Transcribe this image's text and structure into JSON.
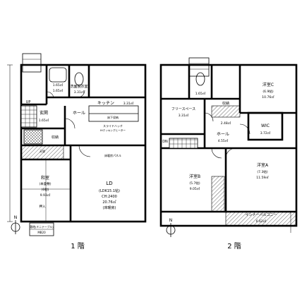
{
  "floor1": {
    "caption": "1  階",
    "rooms": {
      "ldk_name": "LD",
      "ldk_size": "(LDK15.1帖)",
      "ldk_ch": "CH:2400",
      "ldk_area": "20.76㎡",
      "ldk_floor": "(床暖房)",
      "washitsu_name": "和室",
      "washitsu_type": "(本畳敷)",
      "washitsu_size": "(6帖)",
      "washitsu_area": "9.93㎡",
      "kitchen_name": "キッチン",
      "kitchen_area": "3.31㎡",
      "senmen_name": "洗面脱衣室",
      "senmen_area": "3.31㎡",
      "genkan_name": "玄関",
      "genkan_area": "1.65㎡",
      "hall_name": "ホール",
      "shuno_name": "収納",
      "uchiire": "押入",
      "wc_area": "1.65㎡",
      "bath_area": "1.65㎡",
      "pantry": "床下収納",
      "closet_note": "天袋"
    },
    "notes": {
      "kitchen_top": "スライドハッチ",
      "range": "IHクッキングヒーター",
      "stair_up": "UP",
      "floor_heat": "床暖房パネル"
    },
    "legend": {
      "title": "敷地(ミニテーブル)",
      "value": "MB20"
    },
    "north_label": "N"
  },
  "floor2": {
    "caption": "2  階",
    "rooms": {
      "yoshitsu_c": "洋室C",
      "yoshitsu_c_size": "(6.9帖)",
      "yoshitsu_c_area": "10.76㎡",
      "wic_name": "WIC",
      "wic_area": "3.72㎡",
      "yoshitsu_a": "洋室A",
      "yoshitsu_a_size": "(7.3帖)",
      "yoshitsu_a_area": "11.59㎡",
      "yoshitsu_b": "洋室B",
      "yoshitsu_b_size": "(5.7帖)",
      "yoshitsu_b_area": "9.05㎡",
      "free_space": "フリースペース",
      "free_space_area": "3.31㎡",
      "hall_name": "ホール",
      "hall_area": "4.55㎡",
      "shuno_name": "収納",
      "shuno_area": "2.48㎡",
      "balcony_name": "インナーバルコニー",
      "balcony_area": "6.62㎡",
      "dn": "DN",
      "toilet_area": "1.65㎡"
    },
    "north_label": "N"
  },
  "colors": {
    "ink": "#000000",
    "paper": "#ffffff"
  }
}
